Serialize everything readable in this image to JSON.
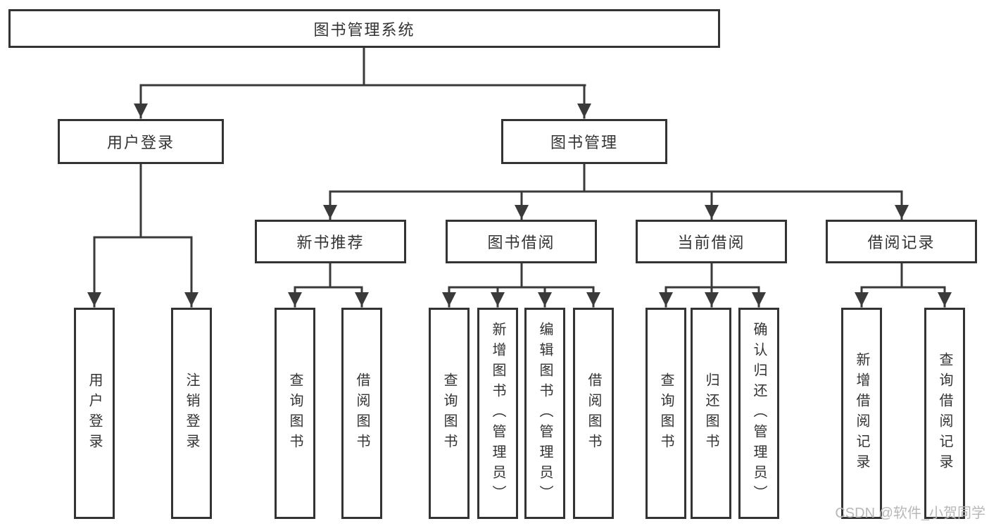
{
  "diagram": {
    "tree": {
      "label": "图书管理系统",
      "children": [
        {
          "label": "用户登录",
          "children": [
            {
              "label": "用户登录"
            },
            {
              "label": "注销登录"
            }
          ]
        },
        {
          "label": "图书管理",
          "children": [
            {
              "label": "新书推荐",
              "children": [
                {
                  "label": "查询图书"
                },
                {
                  "label": "借阅图书"
                }
              ]
            },
            {
              "label": "图书借阅",
              "children": [
                {
                  "label": "查询图书"
                },
                {
                  "label": "新增图书（管理员）"
                },
                {
                  "label": "编辑图书（管理员）"
                },
                {
                  "label": "借阅图书"
                }
              ]
            },
            {
              "label": "当前借阅",
              "children": [
                {
                  "label": "查询图书"
                },
                {
                  "label": "归还图书"
                },
                {
                  "label": "确认归还（管理员）"
                }
              ]
            },
            {
              "label": "借阅记录",
              "children": [
                {
                  "label": "新增借阅记录"
                },
                {
                  "label": "查询借阅记录"
                }
              ]
            }
          ]
        }
      ]
    },
    "colors": {
      "line": "#3a3a3a",
      "box_border": "#333333",
      "text": "#333333",
      "watermark": "#b8b8b8",
      "background": "#ffffff"
    }
  },
  "watermark": {
    "text": "CSDN @软件_小贺同学"
  }
}
